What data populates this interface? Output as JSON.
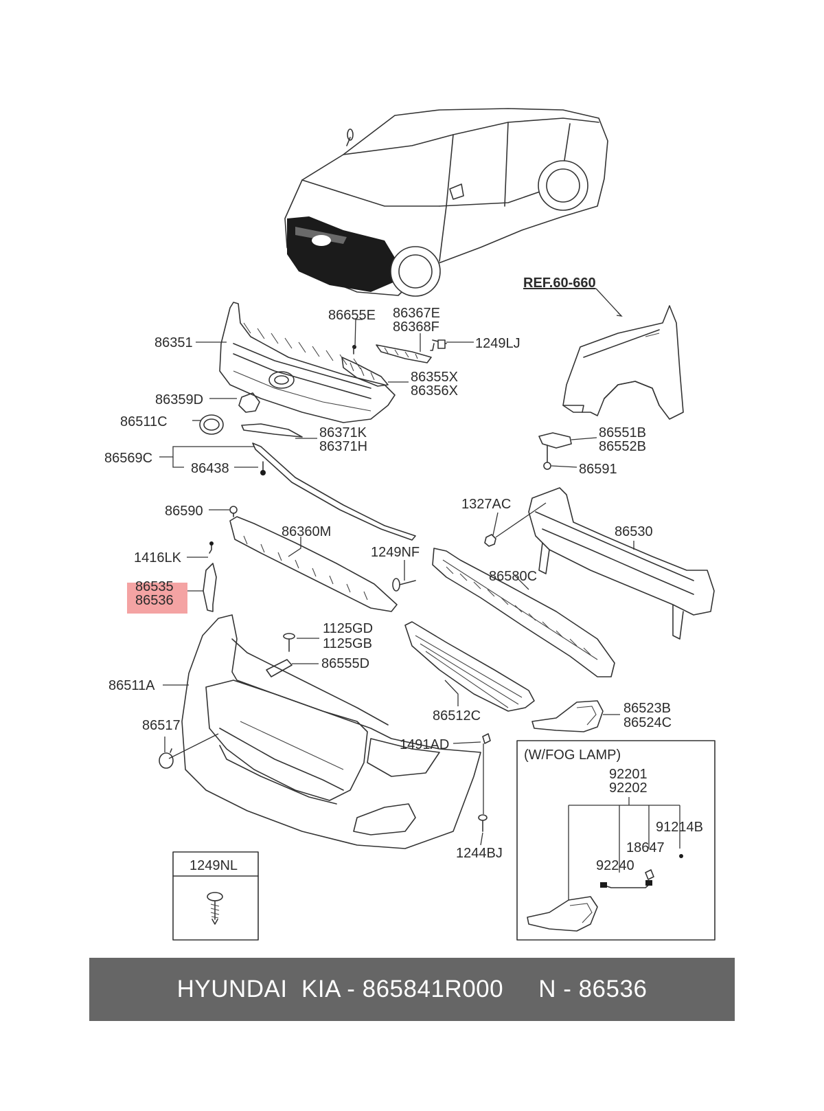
{
  "labels": {
    "ref": "REF.60-660",
    "p86655E": "86655E",
    "p86367E": "86367E",
    "p86368F": "86368F",
    "p86351": "86351",
    "p1249LJ": "1249LJ",
    "p86355X": "86355X",
    "p86356X": "86356X",
    "p86359D": "86359D",
    "p86511C": "86511C",
    "p86371K": "86371K",
    "p86371H": "86371H",
    "p86569C": "86569C",
    "p86438": "86438",
    "p86551B": "86551B",
    "p86552B": "86552B",
    "p86591": "86591",
    "p86590": "86590",
    "p1327AC": "1327AC",
    "p86360M": "86360M",
    "p86530": "86530",
    "p1416LK": "1416LK",
    "p1249NF": "1249NF",
    "p86535": "86535",
    "p86536": "86536",
    "p86580C": "86580C",
    "p1125GD": "1125GD",
    "p1125GB": "1125GB",
    "p86555D": "86555D",
    "p86511A": "86511A",
    "p86523B": "86523B",
    "p86524C": "86524C",
    "p86512C": "86512C",
    "p86517": "86517",
    "p1491AD": "1491AD",
    "p1244BJ": "1244BJ",
    "p1249NL": "1249NL",
    "fog_title": "(W/FOG LAMP)",
    "p92201": "92201",
    "p92202": "92202",
    "p91214B": "91214B",
    "p18647": "18647",
    "p92240": "92240"
  },
  "highlight_color": "#f4a3a3",
  "banner": {
    "text": "HYUNDAI  KIA - 865841R000     N - 86536",
    "background": "#666666",
    "color": "#ffffff"
  }
}
